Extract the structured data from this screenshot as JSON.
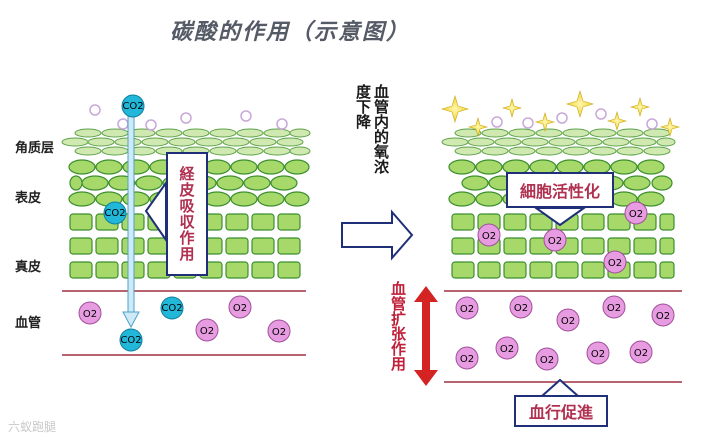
{
  "title": "碳酸的作用（示意图）",
  "layers": {
    "stratum_corneum": "角质层",
    "epidermis": "表皮",
    "dermis": "真皮",
    "blood_vessel": "血管"
  },
  "left_panel": {
    "absorption_label": "経皮吸収作用",
    "molecules": {
      "co2": "CO2",
      "o2": "O2"
    }
  },
  "middle": {
    "oxygen_note_col1": "度下降",
    "oxygen_note_col2": "血管内的氧浓"
  },
  "right_panel": {
    "activation_label": "細胞活性化",
    "dilation_label": "血管扩张作用",
    "circulation_label": "血行促進"
  },
  "watermark": "六蚁跑腿",
  "colors": {
    "cell_fill": "#a6d96a",
    "cell_stroke": "#3d8f2e",
    "co2_fill": "#22b7d8",
    "o2_fill": "#e79be0",
    "vessel_line": "#a03040",
    "arrow_red": "#d42323",
    "star": "#f3dc3a"
  }
}
